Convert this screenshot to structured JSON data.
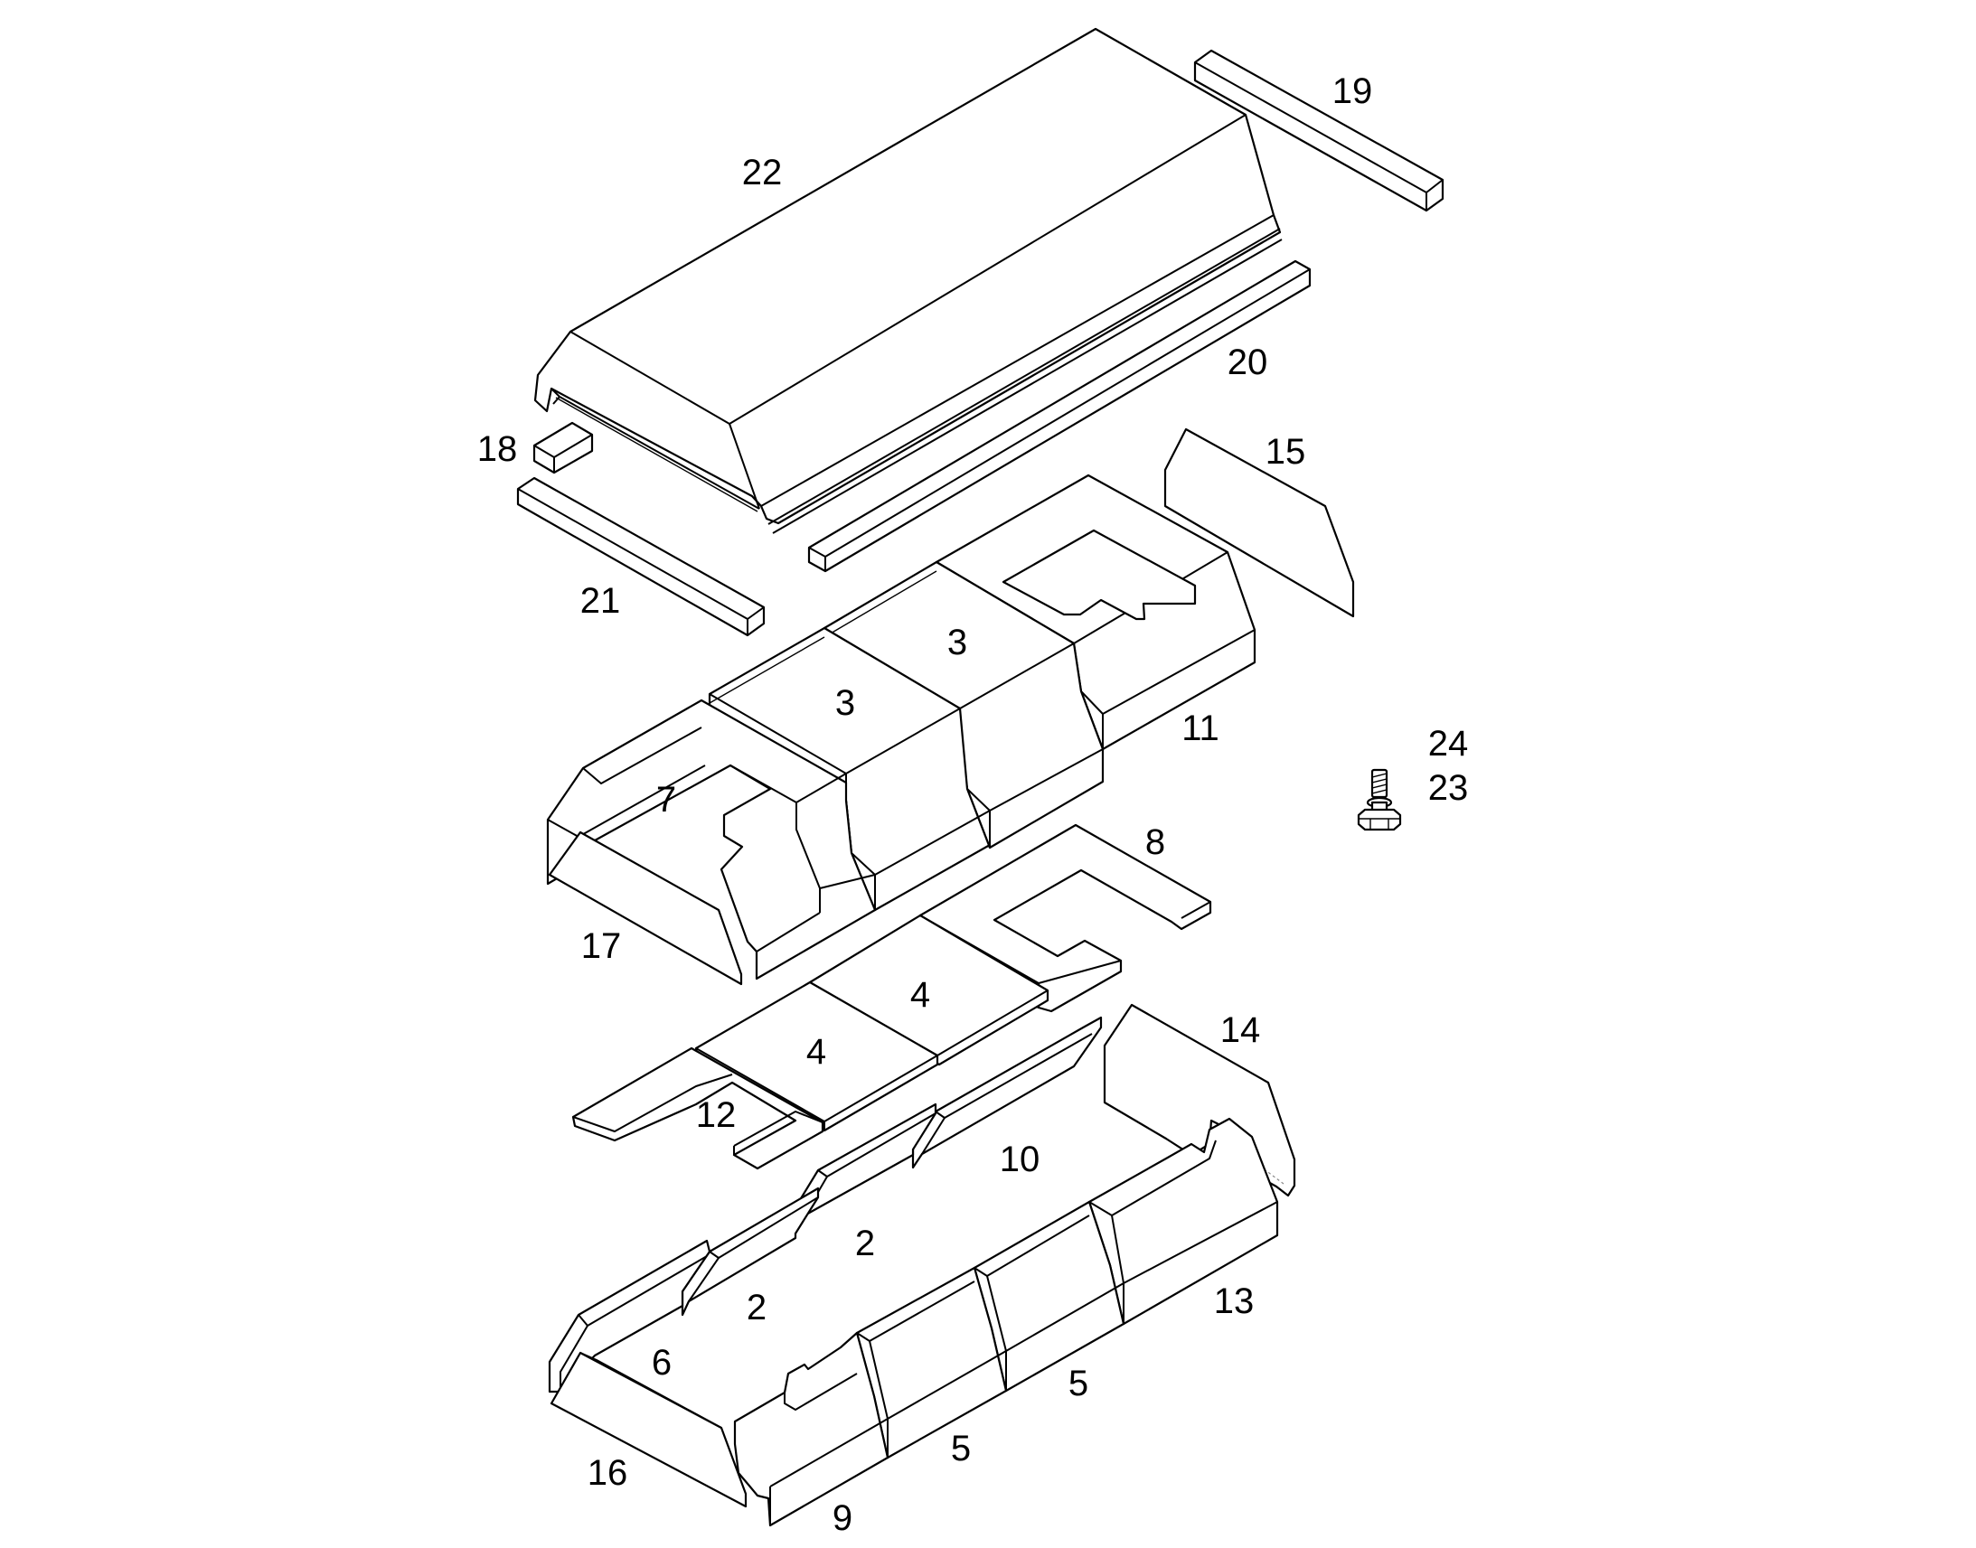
{
  "diagram": {
    "type": "exploded-parts-view",
    "colors": {
      "line": "#000000",
      "fill": "#ffffff"
    },
    "callouts": {
      "p2a": "2",
      "p2b": "2",
      "p3a": "3",
      "p3b": "3",
      "p4a": "4",
      "p4b": "4",
      "p5a": "5",
      "p5b": "5",
      "p6": "6",
      "p7": "7",
      "p8": "8",
      "p9": "9",
      "p10": "10",
      "p11": "11",
      "p12": "12",
      "p13": "13",
      "p14": "14",
      "p15": "15",
      "p16": "16",
      "p17": "17",
      "p18": "18",
      "p19": "19",
      "p20": "20",
      "p21": "21",
      "p22": "22",
      "p23": "23",
      "p24": "24"
    }
  }
}
